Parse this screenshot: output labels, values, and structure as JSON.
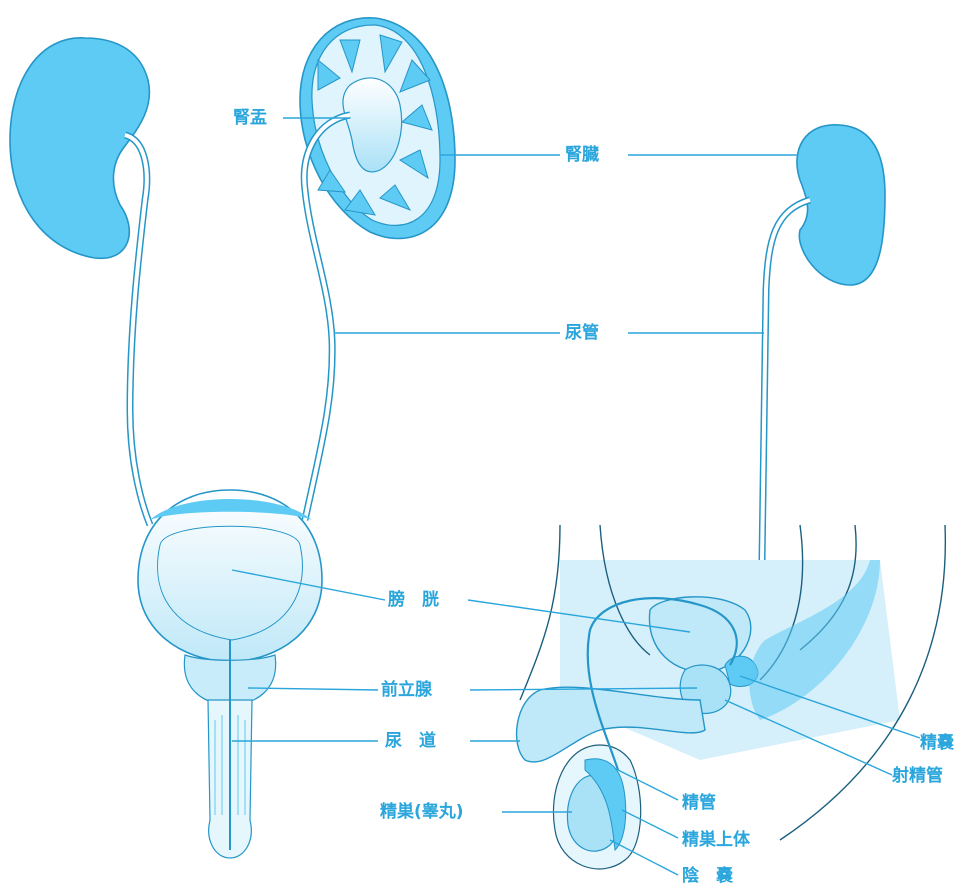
{
  "labels": {
    "renal_pelvis": "腎盂",
    "kidney": "腎臓",
    "ureter": "尿管",
    "bladder": "膀　胱",
    "prostate": "前立腺",
    "urethra": "尿　道",
    "seminal_vesicle": "精嚢",
    "ejaculatory_duct": "射精管",
    "vas_deferens": "精管",
    "testis": "精巣(睾丸)",
    "epididymis": "精巣上体",
    "scrotum": "陰　嚢"
  },
  "colors": {
    "organ": "#5ecbf4",
    "organ_light": "#c8ecfa",
    "label": "#2aa6dc",
    "outline": "#1b5f7e"
  }
}
